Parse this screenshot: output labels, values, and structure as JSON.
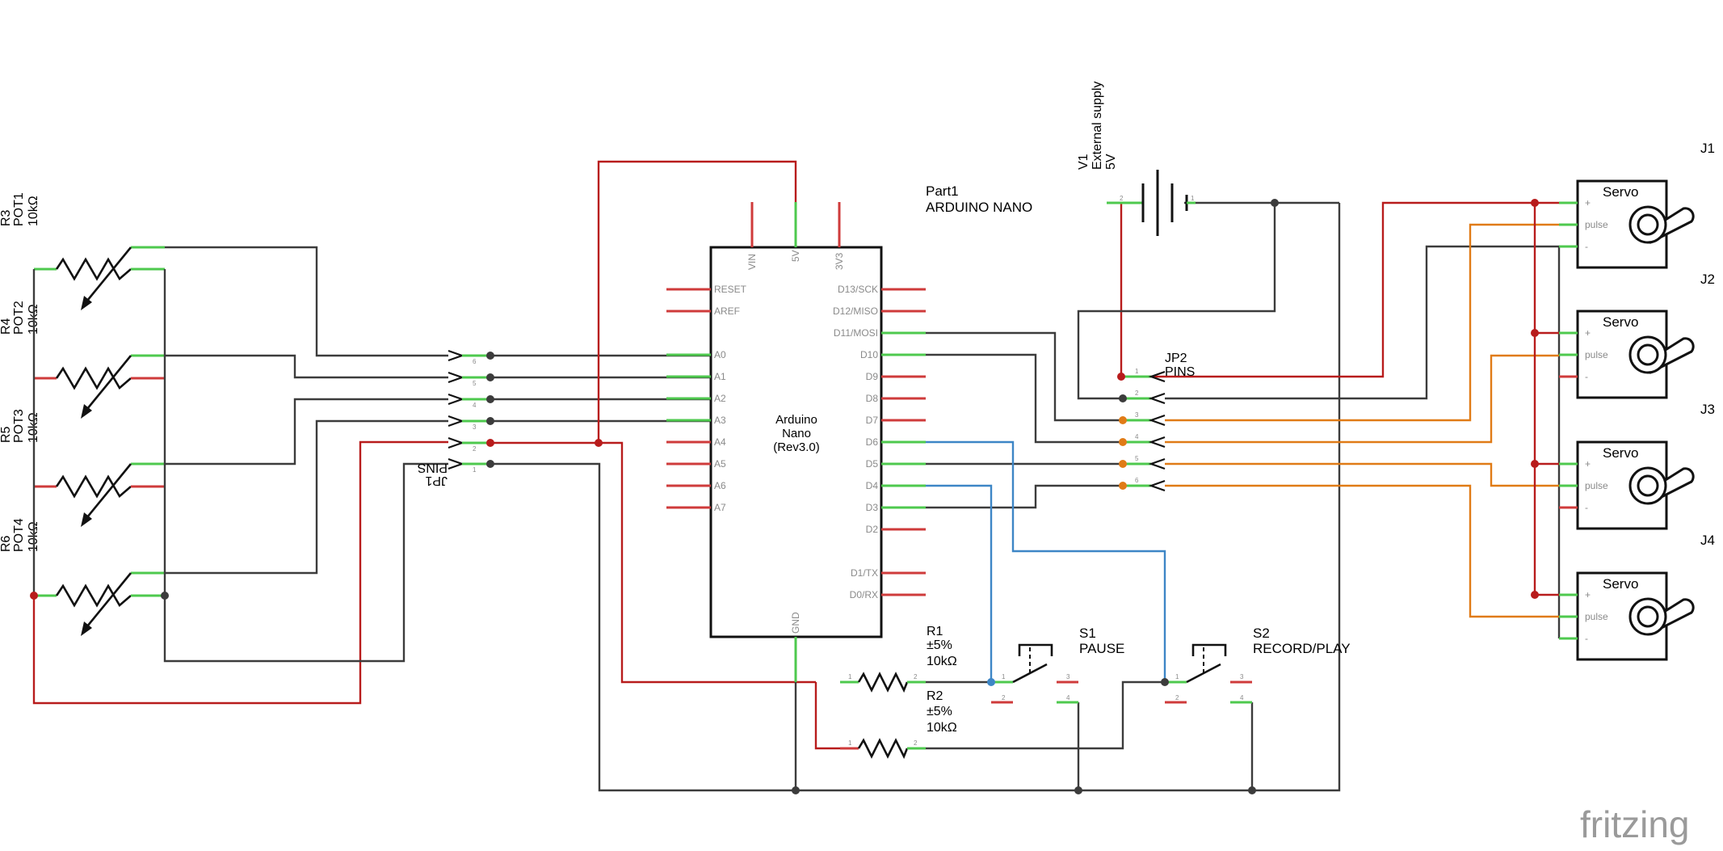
{
  "pots": [
    {
      "ref": "R3",
      "name": "POT1",
      "value": "10kΩ"
    },
    {
      "ref": "R4",
      "name": "POT2",
      "value": "10kΩ"
    },
    {
      "ref": "R5",
      "name": "POT3",
      "value": "10kΩ"
    },
    {
      "ref": "R6",
      "name": "POT4",
      "value": "10kΩ"
    }
  ],
  "jp1": {
    "ref": "JP1",
    "name": "PINS",
    "pins": [
      "6",
      "5",
      "4",
      "3",
      "2",
      "1"
    ]
  },
  "arduino": {
    "part": "Part1",
    "part_name": "ARDUINO NANO",
    "body_line1": "Arduino",
    "body_line2": "Nano",
    "body_line3": "(Rev3.0)",
    "top_pins": [
      "VIN",
      "5V",
      "3V3"
    ],
    "bottom_pin": "GND",
    "left_pins": [
      "RESET",
      "AREF",
      "A0",
      "A1",
      "A2",
      "A3",
      "A4",
      "A5",
      "A6",
      "A7"
    ],
    "right_pins": [
      "D13/SCK",
      "D12/MISO",
      "D11/MOSI",
      "D10",
      "D9",
      "D8",
      "D7",
      "D6",
      "D5",
      "D4",
      "D3",
      "D2",
      "D1/TX",
      "D0/RX"
    ]
  },
  "supply": {
    "ref": "V1",
    "name": "External supply",
    "value": "5V",
    "pin_minus": "2",
    "pin_plus": "1"
  },
  "jp2": {
    "ref": "JP2",
    "name": "PINS",
    "pins": [
      "1",
      "2",
      "3",
      "4",
      "5",
      "6"
    ]
  },
  "servos": [
    {
      "ref": "J1",
      "title": "Servo",
      "pins": [
        "+",
        "pulse",
        "-"
      ]
    },
    {
      "ref": "J2",
      "title": "Servo",
      "pins": [
        "+",
        "pulse",
        "-"
      ]
    },
    {
      "ref": "J3",
      "title": "Servo",
      "pins": [
        "+",
        "pulse",
        "-"
      ]
    },
    {
      "ref": "J4",
      "title": "Servo",
      "pins": [
        "+",
        "pulse",
        "-"
      ]
    }
  ],
  "resistors": [
    {
      "ref": "R1",
      "tolerance": "±5%",
      "value": "10kΩ"
    },
    {
      "ref": "R2",
      "tolerance": "±5%",
      "value": "10kΩ"
    }
  ],
  "switches": [
    {
      "ref": "S1",
      "name": "PAUSE"
    },
    {
      "ref": "S2",
      "name": "RECORD/PLAY"
    }
  ],
  "pin_numbers": {
    "one": "1",
    "two": "2",
    "three": "3",
    "four": "4"
  },
  "logo": "fritzing",
  "colors": {
    "wire_black": "#3c3c3c",
    "wire_red": "#b81c1c",
    "wire_orange": "#e07b16",
    "wire_blue": "#3d86c6",
    "pin_green": "#4ec94e",
    "pin_red": "#cf3b3b"
  }
}
